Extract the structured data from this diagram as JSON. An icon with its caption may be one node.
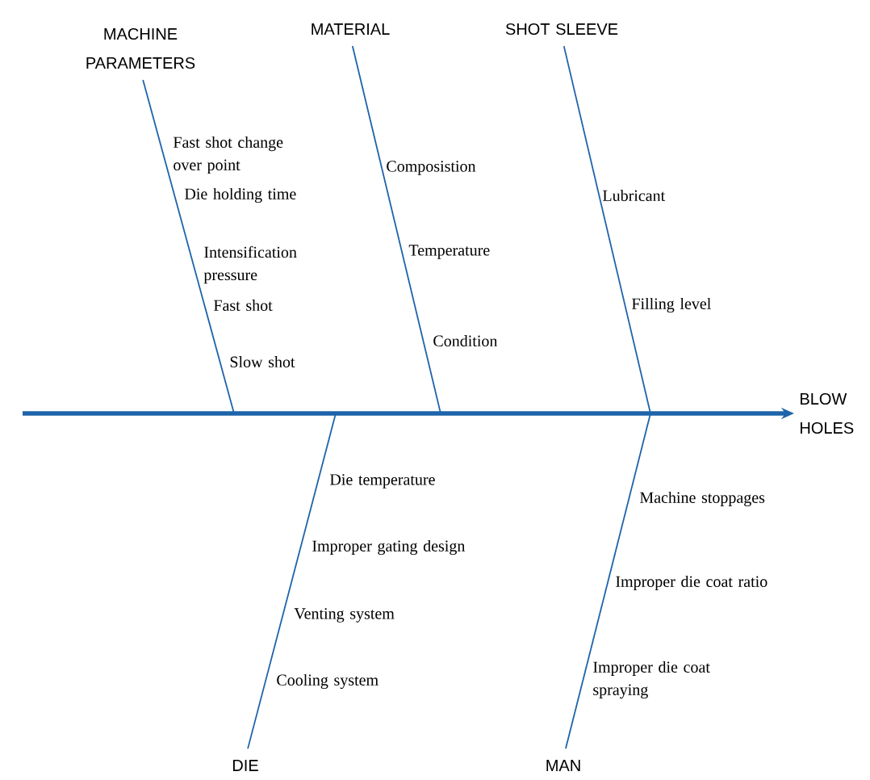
{
  "diagram": {
    "nodes": [
      {
        "text": [
          "MACHINE PARAMETERS"
        ]
      },
      {
        "text": [
          "MATERIAL"
        ]
      },
      {
        "text": [
          "SHOT SLEEVE"
        ]
      },
      {
        "text": [
          "BLOW HOLES"
        ]
      },
      {
        "text": [
          "DIE"
        ]
      },
      {
        "text": [
          "MAN"
        ]
      }
    ],
    "edges": [
      {
        "from": null,
        "to": 3,
        "arrow": "to",
        "style": "thick"
      },
      {
        "from": 0,
        "to": null,
        "arrow": "none"
      },
      {
        "from": 1,
        "to": null,
        "arrow": "none"
      },
      {
        "from": 2,
        "to": null,
        "arrow": "none"
      },
      {
        "from": 4,
        "to": null,
        "arrow": "none"
      },
      {
        "from": 5,
        "to": null,
        "arrow": "none"
      }
    ],
    "labels": [
      "Fast shot change over point",
      "Die holding time",
      "Intensification pressure",
      "Fast shot",
      "Slow shot",
      "Composistion",
      "Temperature",
      "Condition",
      "Lubricant",
      "Filling level",
      "Die temperature",
      "Improper gating design",
      "Venting system",
      "Cooling system",
      "Machine stoppages",
      "Improper die coat ratio",
      "Improper die coat spraying"
    ]
  }
}
